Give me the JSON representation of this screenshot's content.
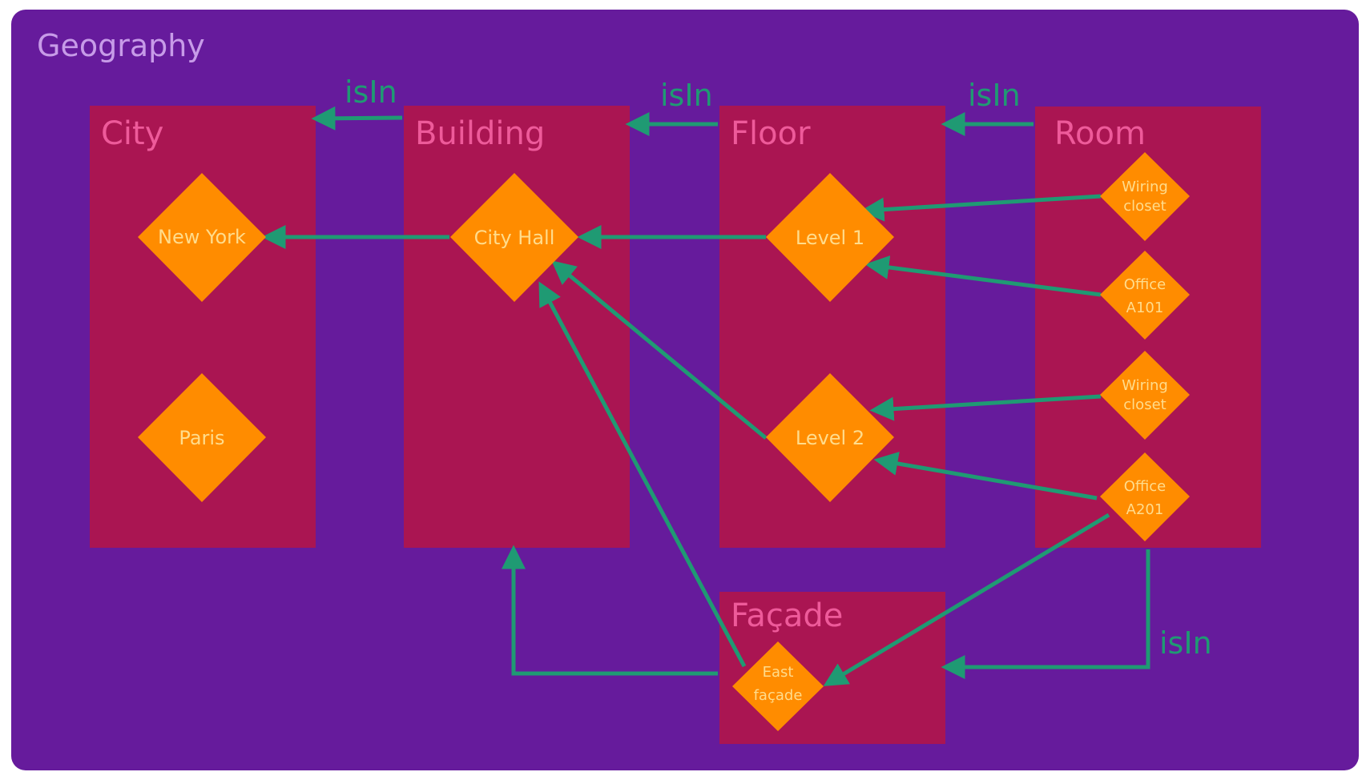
{
  "title": "Geography",
  "colors": {
    "background": "#661b9c",
    "box": "#aa1552",
    "node": "#ff8c00",
    "edge": "#1f9a73",
    "box_title": "#ee5a9a",
    "node_text": "#ffdc8c",
    "title_text": "#c79be8"
  },
  "boxes": {
    "city": "City",
    "building": "Building",
    "floor": "Floor",
    "room": "Room",
    "facade": "Façade"
  },
  "relations": {
    "city_building": "isIn",
    "building_floor": "isIn",
    "floor_room": "isIn",
    "room_facade": "isIn"
  },
  "nodes": {
    "new_york": "New York",
    "paris": "Paris",
    "city_hall": "City Hall",
    "level1": "Level 1",
    "level2": "Level 2",
    "wiring1": [
      "Wiring",
      "closet"
    ],
    "office_a101": [
      "Office",
      "A101"
    ],
    "wiring2": [
      "Wiring",
      "closet"
    ],
    "office_a201": [
      "Office",
      "A201"
    ],
    "east_facade": [
      "East",
      "façade"
    ]
  }
}
